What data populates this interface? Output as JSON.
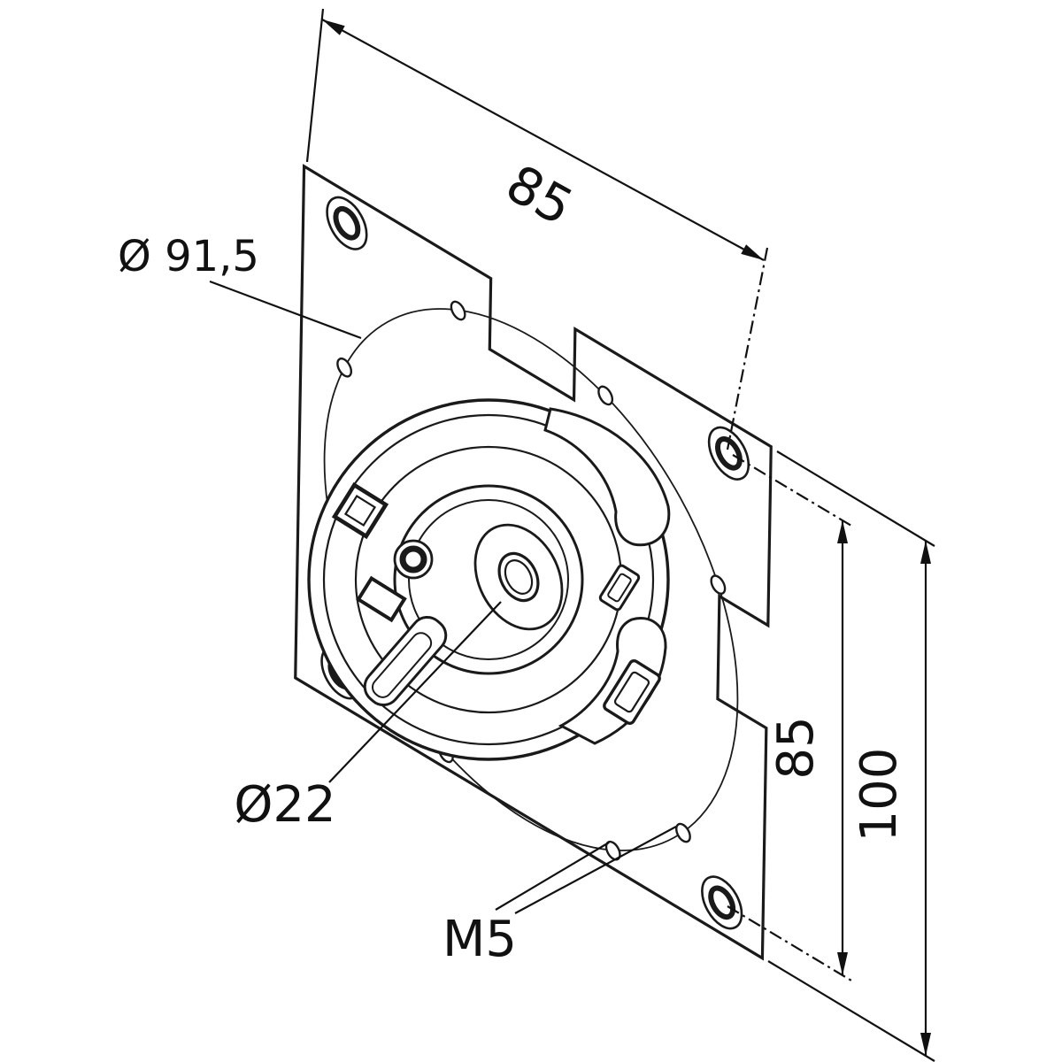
{
  "drawing": {
    "background": "#ffffff",
    "line_color": "#1a1a1a",
    "labels": {
      "width_between_holes": "85",
      "bolt_circle": "Ø 91,5",
      "center_bore": "Ø22",
      "thread": "M5",
      "height_between_holes": "85",
      "overall_height": "100"
    }
  }
}
